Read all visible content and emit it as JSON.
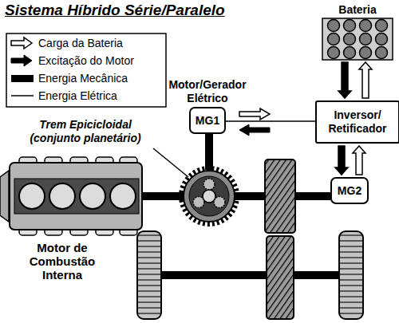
{
  "diagram": {
    "title": "Sistema Híbrido Série/Paralelo",
    "nodes": [
      {
        "text": [
          "Bateria"
        ]
      },
      {
        "text": [
          "Motor/Gerador Elétrico",
          "MG1"
        ]
      },
      {
        "text": [
          "Inversor/ Retificador"
        ]
      },
      {
        "text": [
          "MG2"
        ]
      }
    ],
    "edges": [
      {
        "from": 0,
        "to": 2,
        "arrow": "to"
      },
      {
        "from": 2,
        "to": 0,
        "arrow": "to"
      },
      {
        "from": 1,
        "to": 2,
        "arrow": "none"
      },
      {
        "from": 2,
        "to": 3,
        "arrow": "to"
      },
      {
        "from": 3,
        "to": 2,
        "arrow": "to"
      }
    ],
    "labels": [
      "Trem Epicicloidal (conjunto planetário)",
      "Motor de Combustão Interna"
    ],
    "legend": [
      {
        "text": "Carga da Bateria"
      },
      {
        "text": "Excitação do Motor"
      },
      {
        "text": "Energia Mecânica"
      },
      {
        "text": "Energia Elétrica"
      }
    ]
  }
}
